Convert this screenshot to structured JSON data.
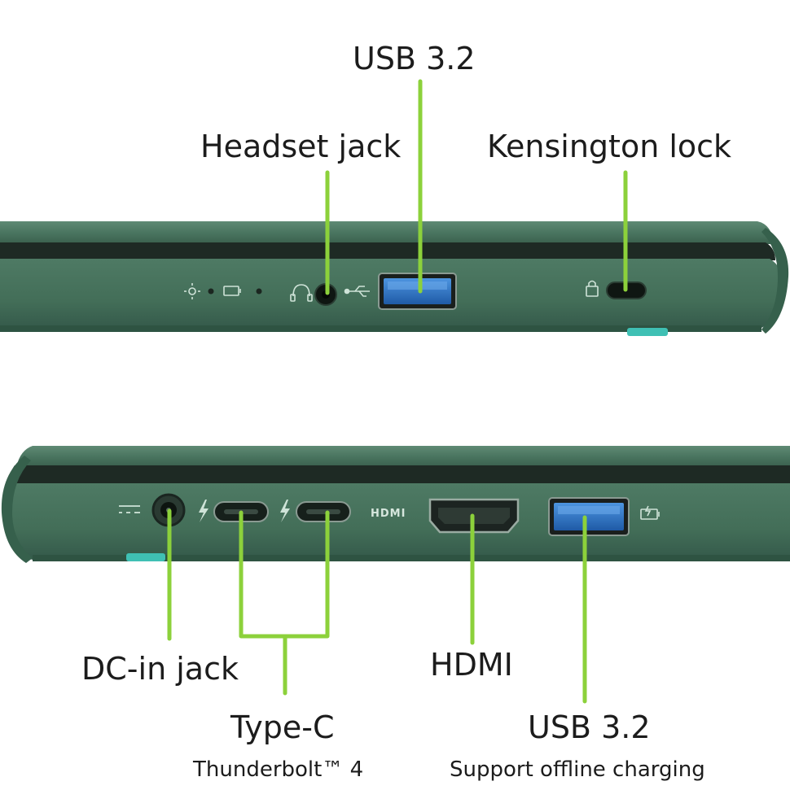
{
  "colors": {
    "chassis": "#3f6a55",
    "chassis_dark": "#2e5342",
    "chassis_light": "#5a8570",
    "pointer": "#8cd13b",
    "usb_blue": "#2f76c9",
    "accent_teal": "#3fc0b4"
  },
  "labels": {
    "usb_top": "USB 3.2",
    "headset": "Headset jack",
    "kensington": "Kensington lock",
    "dc_in": "DC-in jack",
    "type_c": "Type-C",
    "thunderbolt": "Thunderbolt™ 4",
    "hdmi": "HDMI",
    "usb_bottom": "USB 3.2",
    "offline_charging": "Support offline charging",
    "hdmi_port_marking": "HDMI"
  },
  "icons": {
    "power_led": "sun-icon",
    "battery_led": "battery-icon",
    "headset_symbol": "headset-icon",
    "usb_symbol": "usb-icon",
    "lock_symbol": "lock-icon",
    "dc_symbol": "dc-power-icon",
    "thunderbolt_symbol": "lightning-icon",
    "charge_symbol": "battery-charge-icon"
  }
}
